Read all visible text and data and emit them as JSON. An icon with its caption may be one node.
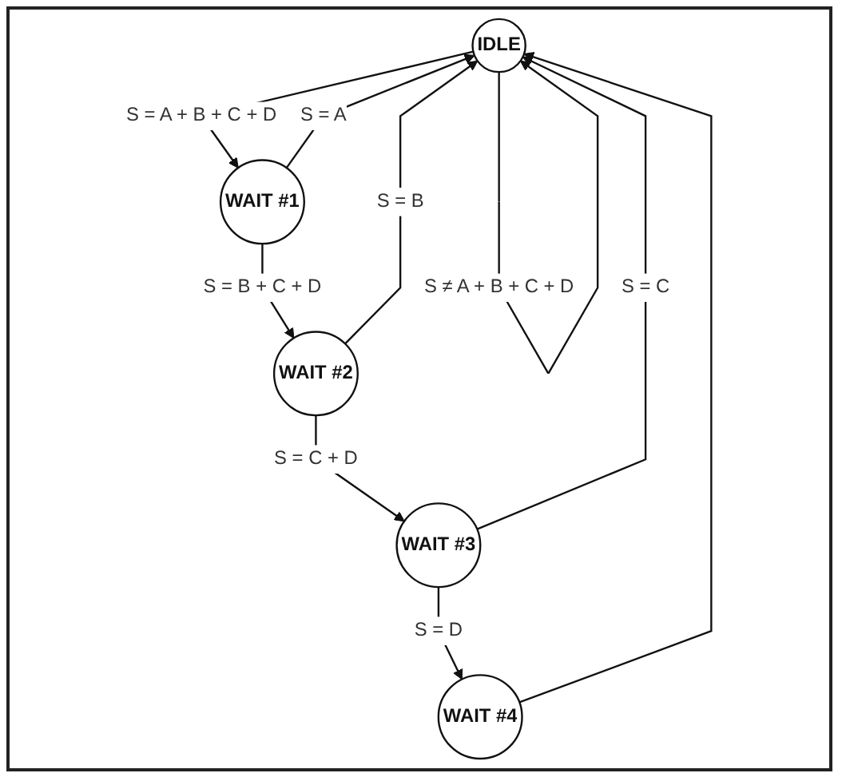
{
  "diagram": {
    "nodes": [
      {
        "text": [
          "IDLE"
        ]
      },
      {
        "text": [
          "WAIT #1"
        ]
      },
      {
        "text": [
          "WAIT #2"
        ]
      },
      {
        "text": [
          "WAIT #3"
        ]
      },
      {
        "text": [
          "WAIT #4"
        ]
      }
    ],
    "edges": [
      {
        "from": 0,
        "to": 0,
        "arrow": "to",
        "label": "S ≠ A + B + C + D"
      },
      {
        "from": 0,
        "to": 1,
        "arrow": "to",
        "label": "S = A + B + C + D"
      },
      {
        "from": 1,
        "to": 0,
        "arrow": "to",
        "label": "S = A"
      },
      {
        "from": 1,
        "to": 2,
        "arrow": "to",
        "label": "S = B + C + D"
      },
      {
        "from": 2,
        "to": 0,
        "arrow": "to",
        "label": "S = B"
      },
      {
        "from": 2,
        "to": 3,
        "arrow": "to",
        "label": "S = C + D"
      },
      {
        "from": 3,
        "to": 0,
        "arrow": "to",
        "label": "S = C"
      },
      {
        "from": 3,
        "to": 4,
        "arrow": "to",
        "label": "S = D"
      },
      {
        "from": 4,
        "to": 0,
        "arrow": "to"
      }
    ]
  }
}
